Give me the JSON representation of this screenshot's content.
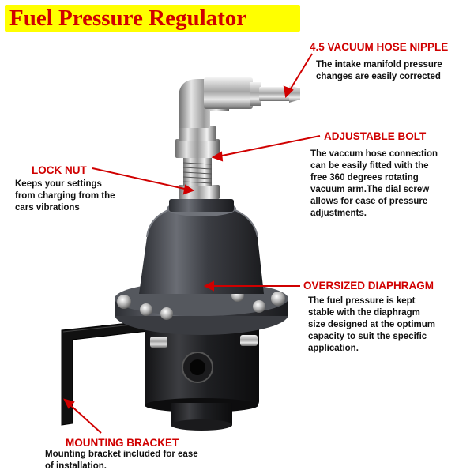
{
  "title": "Fuel Pressure Regulator",
  "colors": {
    "label": "#d00000",
    "title_bg": "#ffff00",
    "body": "#111111"
  },
  "callouts": {
    "vacuum_hose_nipple": {
      "label": "4.5 VACUUM HOSE NIPPLE",
      "description": "The intake manifold pressure\nchanges are easily corrected"
    },
    "adjustable_bolt": {
      "label": "ADJUSTABLE BOLT",
      "description": "The vaccum hose connection\ncan be easily fitted with the\nfree 360 degrees rotating\nvacuum arm.The dial screw\nallows for ease of pressure\nadjustments."
    },
    "lock_nut": {
      "label": "LOCK NUT",
      "description": "Keeps your settings\nfrom charging from the\ncars vibrations"
    },
    "oversized_diaphragm": {
      "label": "OVERSIZED DIAPHRAGM",
      "description": "The fuel pressure is kept\nstable with the diaphragm\nsize designed at the optimum\ncapacity to suit the specific\napplication."
    },
    "mounting_bracket": {
      "label": "MOUNTING BRACKET",
      "description": "Mounting bracket included for ease\nof installation."
    }
  }
}
